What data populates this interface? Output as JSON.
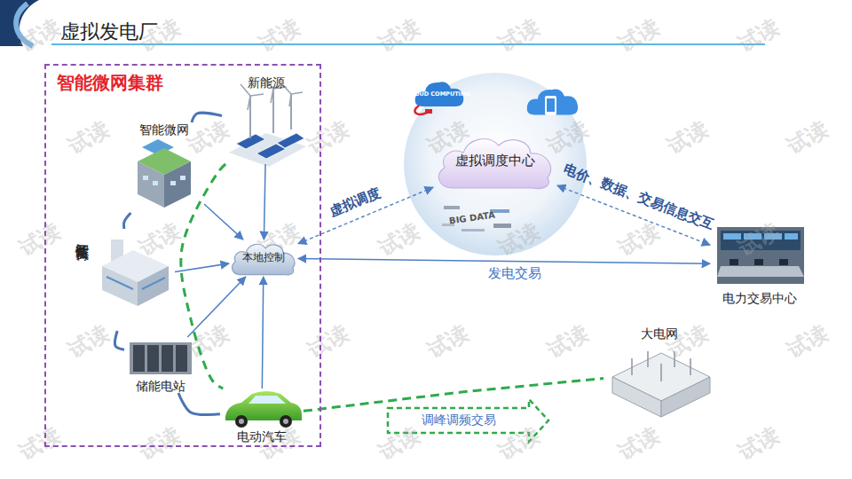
{
  "diagram": {
    "title": "虚拟发电厂",
    "nodes": [
      {
        "text": [
          "智能微网集群"
        ]
      },
      {
        "text": [
          "新能源"
        ],
        "in": 0
      },
      {
        "text": [
          "智能微网"
        ],
        "in": 0
      },
      {
        "text": [
          "智能柔性负荷"
        ],
        "in": 0
      },
      {
        "text": [
          "储能电站"
        ],
        "in": 0
      },
      {
        "text": [
          "电动汽车"
        ],
        "in": 0
      },
      {
        "text": [
          "本地控制"
        ],
        "in": 0
      },
      {
        "text": [
          "虚拟调度中心"
        ]
      },
      {
        "text": [
          "电力交易中心"
        ]
      },
      {
        "text": [
          "大电网"
        ]
      }
    ],
    "edges": [
      {
        "from": 1,
        "to": 6,
        "arrow": "to"
      },
      {
        "from": 2,
        "to": 6,
        "arrow": "to"
      },
      {
        "from": 3,
        "to": 6,
        "arrow": "to"
      },
      {
        "from": 4,
        "to": 6,
        "arrow": "to"
      },
      {
        "from": 5,
        "to": 6,
        "arrow": "to"
      },
      {
        "from": 6,
        "to": 7,
        "label": "虚拟调度",
        "arrow": "both"
      },
      {
        "from": 7,
        "to": 8,
        "label": "电价、数据、交易信息交互",
        "arrow": "both"
      },
      {
        "from": 6,
        "to": 8,
        "label": "发电交易",
        "arrow": "both"
      },
      {
        "from": 5,
        "to": 9,
        "label": "调峰调频交易",
        "arrow": "none"
      },
      {
        "from": 2,
        "to": 1,
        "arrow": "none"
      },
      {
        "from": 2,
        "to": 3,
        "arrow": "none"
      },
      {
        "from": 3,
        "to": 4,
        "arrow": "none"
      },
      {
        "from": 4,
        "to": 5,
        "arrow": "none"
      },
      {
        "from": 1,
        "to": 5,
        "arrow": "none"
      }
    ],
    "labels": [
      "CLOUD COMPUTING",
      "BIG DATA",
      "试读",
      "试读",
      "试读",
      "试读",
      "试读",
      "试读",
      "试读",
      "试读",
      "试读",
      "试读",
      "试读",
      "试读",
      "试读",
      "试读",
      "试读",
      "试读",
      "试读",
      "试读",
      "试读",
      "试读",
      "试读",
      "试读",
      "试读",
      "试读",
      "试读",
      "试读",
      "试读",
      "试读",
      "试读",
      "试读",
      "试读",
      "试读",
      "试读",
      "试读",
      "试读"
    ]
  }
}
